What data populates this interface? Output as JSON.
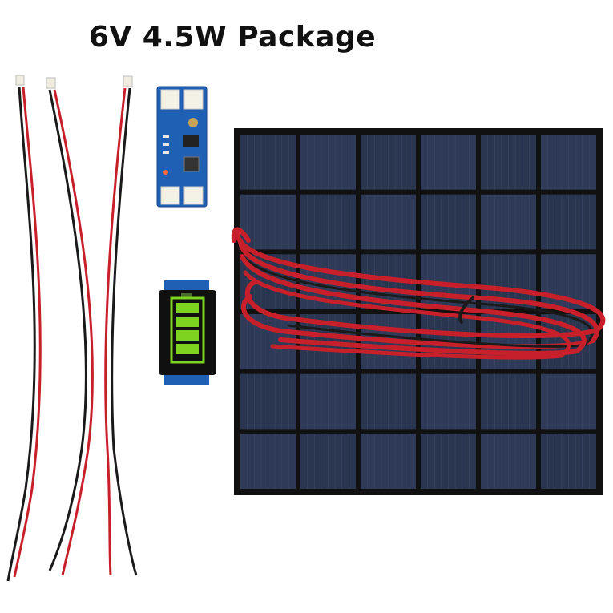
{
  "title": "6V 4.5W Package",
  "colors": {
    "background": "#ffffff",
    "title": "#111111",
    "wire_red": "#c8202a",
    "wire_black": "#1a1a1a",
    "pcb_blue": "#1f5fb4",
    "panel_cell": "#2a3550",
    "panel_frame": "#111111",
    "battery_green": "#7ed321"
  },
  "items": [
    {
      "name": "jumper-wire-pair",
      "count": 3
    },
    {
      "name": "solar-charge-module"
    },
    {
      "name": "battery-level-indicator",
      "level_bars": 4
    },
    {
      "name": "solar-panel",
      "cell_rows": 6,
      "cell_cols": 6
    },
    {
      "name": "coiled-output-cable"
    }
  ]
}
